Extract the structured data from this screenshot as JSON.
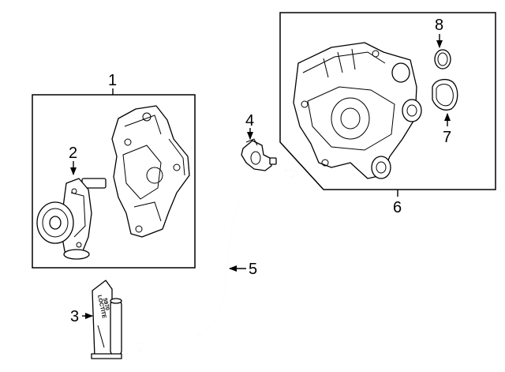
{
  "callouts": {
    "c1": "1",
    "c2": "2",
    "c3": "3",
    "c4": "4",
    "c5": "5",
    "c6": "6",
    "c7": "7",
    "c8": "8"
  },
  "tube_label": {
    "brand": "LOCTITE",
    "code": "5970"
  },
  "colors": {
    "line": "#000000",
    "background": "#ffffff"
  }
}
